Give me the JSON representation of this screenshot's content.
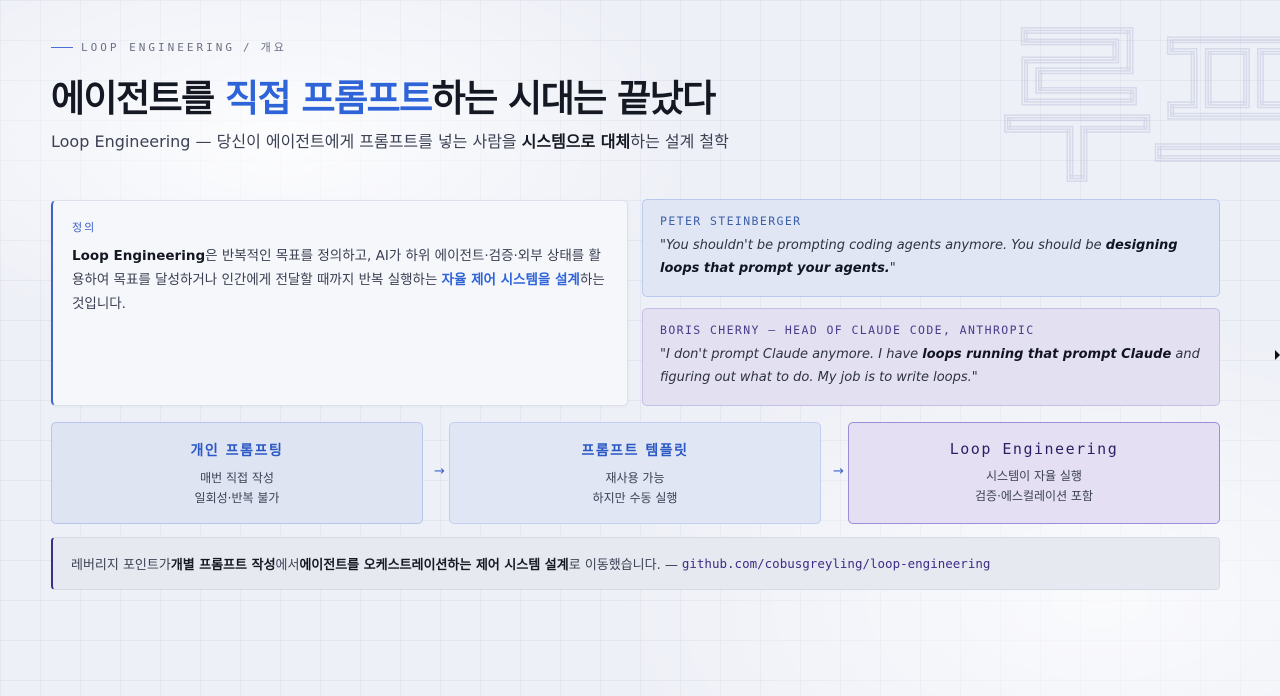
{
  "eyebrow": {
    "section": "LOOP ENGINEERING",
    "sep": " / ",
    "page": "개요"
  },
  "title": {
    "pre": "에이전트를 ",
    "highlight": "직접 프롬프트",
    "post": "하는 시대는 끝났다"
  },
  "subtitle": {
    "pre": "Loop Engineering — 당신이 에이전트에게 프롬프트를 넣는 사람을 ",
    "bold": "시스템으로 대체",
    "post": "하는 설계 철학"
  },
  "definition": {
    "label": "정의",
    "term": "Loop Engineering",
    "text1": "은 반복적인 목표를 정의하고, AI가 하위 에이전트·검증·외부 상태를 활용하여 목표를 달성하거나 인간에게 전달할 때까지 반복 실행하는 ",
    "highlight": "자율 제어 시스템을 설계",
    "text2": "하는 것입니다."
  },
  "quotes": [
    {
      "who": "PETER STEINBERGER",
      "pre": "\"You shouldn't be prompting coding agents anymore. You should be ",
      "bold": "designing loops that prompt your agents.",
      "post": "\""
    },
    {
      "who": "BORIS CHERNY — HEAD OF CLAUDE CODE, ANTHROPIC",
      "pre": "\"I don't prompt Claude anymore. I have ",
      "bold": "loops running that prompt Claude",
      "post": " and figuring out what to do. My job is to write loops.\""
    }
  ],
  "stages": [
    {
      "name": "개인 프롬프팅",
      "line1": "매번 직접 작성",
      "line2": "일회성·반복 불가"
    },
    {
      "name": "프롬프트 템플릿",
      "line1": "재사용 가능",
      "line2": "하지만 수동 실행"
    },
    {
      "name": "Loop Engineering",
      "line1": "시스템이 자율 실행",
      "line2": "검증·에스컬레이션 포함"
    }
  ],
  "arrow_glyph": "→",
  "footer": {
    "t1": "레버리지 포인트가 ",
    "b1": "개별 프롬프트 작성",
    "t2": "에서 ",
    "b2": "에이전트를 오케스트레이션하는 제어 시스템 설계",
    "t3": "로 이동했습니다. — ",
    "link": "github.com/cobusgreyling/loop-engineering"
  },
  "watermark": "루프",
  "colors": {
    "accent": "#2f64d8",
    "accent_dark": "#3c2d87",
    "text": "#141822"
  }
}
